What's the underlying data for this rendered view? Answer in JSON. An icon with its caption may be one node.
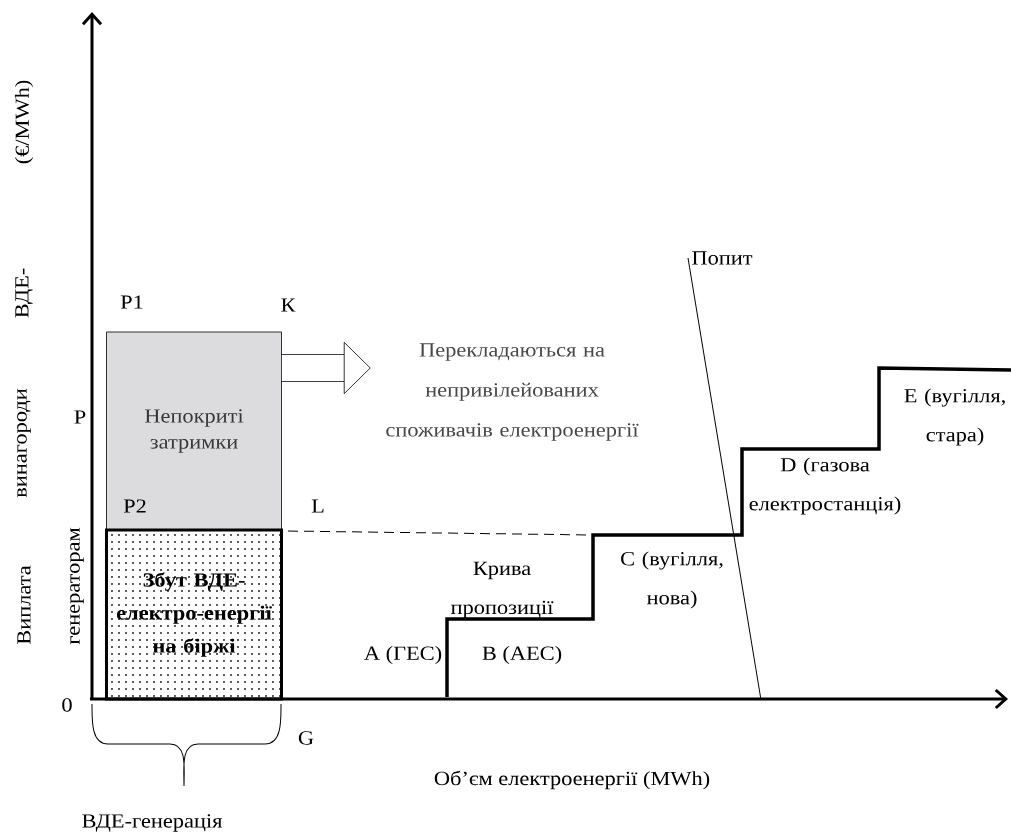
{
  "diagram": {
    "nodes": [
      {
        "text": [
          "Непокриті затримки"
        ]
      },
      {
        "text": [
          "Збут ВДЕ-електро-енергії на біржі"
        ]
      },
      {
        "text": [
          "Перекладаються на непривілейованих споживачів електроенергії"
        ]
      }
    ],
    "edges": [
      {
        "from": 0,
        "to": 2,
        "arrow": "to"
      }
    ],
    "labels": [
      "(€/MWh)",
      "ВДЕ-",
      "винагороди",
      "Виплата",
      "генераторам",
      "P1",
      "К",
      "P",
      "P2",
      "L",
      "0",
      "G",
      "Попит",
      "E (вугілля, стара)",
      "D (газова електростанція)",
      "Крива пропозиції",
      "C (вугілля, нова)",
      "A (ГЕС)",
      "B (АЕС)",
      "Об’єм електроенергії (MWh)",
      "ВДЕ-генерація"
    ]
  }
}
